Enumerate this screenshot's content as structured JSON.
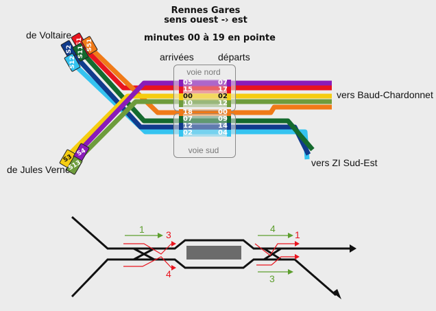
{
  "header": {
    "title": "Rennes Gares",
    "subtitle": "sens ouest -› est",
    "period": "minutes 00 à 19 en pointe"
  },
  "columns": {
    "arrivals": "arrivées",
    "departures": "départs"
  },
  "endpoints": {
    "west_top": "de Voltaire",
    "west_bottom": "de Jules Verne",
    "east_top": "vers Baud-Chardonnet",
    "east_bottom": "vers ZI Sud-Est"
  },
  "tracks": {
    "north": "voie nord",
    "south": "voie sud"
  },
  "lines": {
    "S1": {
      "label": "S1",
      "color": "#e8141e"
    },
    "S51": {
      "label": "S51",
      "color": "#f07a18"
    },
    "S11": {
      "label": "S11",
      "color": "#156a2e"
    },
    "S2": {
      "label": "S2",
      "color": "#103b8c"
    },
    "S12": {
      "label": "S12",
      "color": "#35c3f0"
    },
    "S3": {
      "label": "S3",
      "color": "#f5cd10"
    },
    "S4": {
      "label": "S4",
      "color": "#8a1cb8"
    },
    "S13": {
      "label": "S13",
      "color": "#6e9c3c"
    }
  },
  "timetable": {
    "north": [
      {
        "line": "S4",
        "arr": "05",
        "dep": "07"
      },
      {
        "line": "S1",
        "arr": "15",
        "dep": "17"
      },
      {
        "line": "S3",
        "arr": "00",
        "dep": "02"
      },
      {
        "line": "S13",
        "arr": "10",
        "dep": "12"
      }
    ],
    "south": [
      {
        "line": "S51",
        "arr": "18",
        "dep": "00"
      },
      {
        "line": "S11",
        "arr": "07",
        "dep": "09"
      },
      {
        "line": "S2",
        "arr": "12",
        "dep": "14"
      },
      {
        "line": "S12",
        "arr": "02",
        "dep": "04"
      }
    ]
  },
  "schematic": {
    "arrows": {
      "a1": "1",
      "a3": "3",
      "a4": "4",
      "b4": "4",
      "b1": "1",
      "b3": "3"
    },
    "colors": {
      "red": "#e8141e",
      "green": "#5d9e2e",
      "track": "#111111",
      "platform": "#6b6b6b"
    }
  }
}
